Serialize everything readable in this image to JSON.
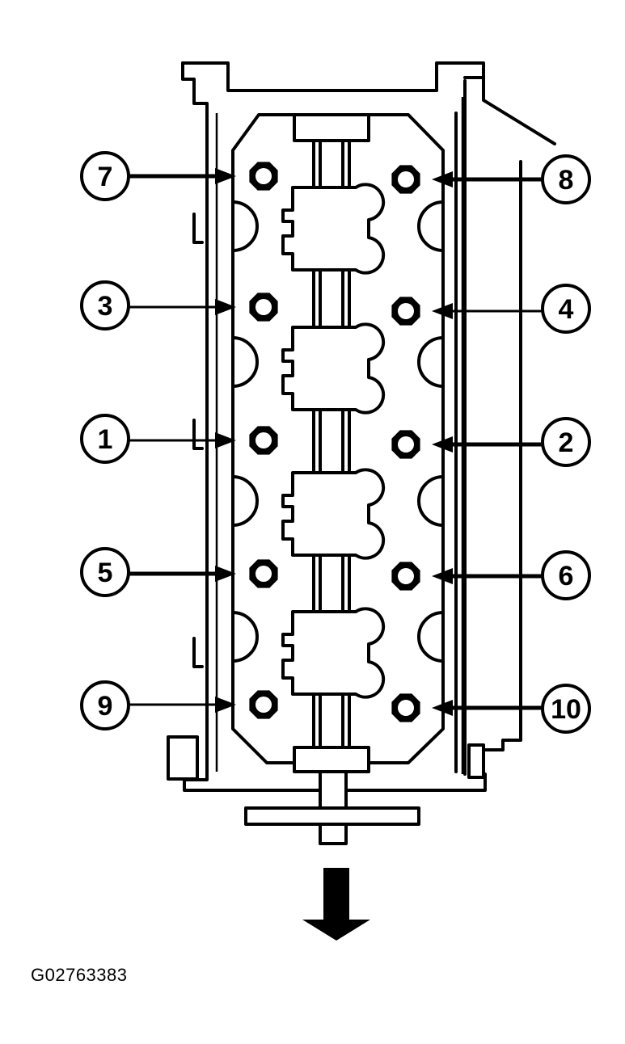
{
  "diagram": {
    "figure_code": "G02763383",
    "direction_indicator": "arrow-down-icon",
    "bolts": [
      {
        "id": "7",
        "label": "7",
        "side": "left",
        "row": 1
      },
      {
        "id": "8",
        "label": "8",
        "side": "right",
        "row": 1
      },
      {
        "id": "3",
        "label": "3",
        "side": "left",
        "row": 2
      },
      {
        "id": "4",
        "label": "4",
        "side": "right",
        "row": 2
      },
      {
        "id": "1",
        "label": "1",
        "side": "left",
        "row": 3
      },
      {
        "id": "2",
        "label": "2",
        "side": "right",
        "row": 3
      },
      {
        "id": "5",
        "label": "5",
        "side": "left",
        "row": 4
      },
      {
        "id": "6",
        "label": "6",
        "side": "right",
        "row": 4
      },
      {
        "id": "9",
        "label": "9",
        "side": "left",
        "row": 5
      },
      {
        "id": "10",
        "label": "10",
        "side": "right",
        "row": 5
      }
    ]
  }
}
